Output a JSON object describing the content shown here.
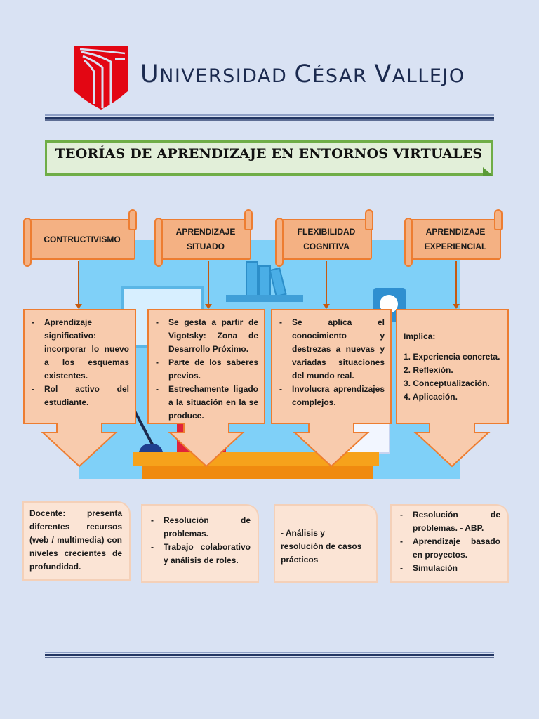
{
  "header": {
    "university_name": "Universidad César Vallejo",
    "university_name_display": [
      "U",
      "NIVERSIDAD ",
      "C",
      "ÉSAR ",
      "V",
      "ALLEJO"
    ],
    "logo_icon": "shield-logo-icon",
    "logo_color": "#e30613",
    "name_color": "#1b2a4f"
  },
  "title": {
    "text": "TEORÍAS DE APRENDIZAJE EN ENTORNOS VIRTUALES",
    "background": "#e2efd9",
    "border": "#6fad47"
  },
  "theories": [
    {
      "heading": "CONTRUCTIVISMO",
      "details_type": "bullets",
      "details": [
        "Aprendizaje significativo: incorporar lo nuevo a los esquemas existentes.",
        "Rol activo del estudiante."
      ],
      "strategies_type": "paragraph",
      "strategies": "Docente: presenta diferentes recursos (web / multimedia) con niveles crecientes de profundidad."
    },
    {
      "heading": "APRENDIZAJE SITUADO",
      "details_type": "bullets",
      "details": [
        "Se gesta a partir de Vigotsky: Zona de Desarrollo Próximo.",
        "Parte de los saberes previos.",
        "Estrechamente ligado a la situación en la se produce."
      ],
      "strategies_type": "bullets",
      "strategies": [
        "Resolución de problemas.",
        "Trabajo colaborativo y análisis de roles."
      ]
    },
    {
      "heading": "FLEXIBILIDAD COGNITIVA",
      "details_type": "bullets",
      "details": [
        "Se aplica el conocimiento y destrezas a nuevas y variadas situaciones del mundo real.",
        "Involucra aprendizajes complejos."
      ],
      "strategies_type": "paragraph",
      "strategies": "- Análisis y resolución de casos prácticos"
    },
    {
      "heading": "APRENDIZAJE EXPERIENCIAL",
      "details_type": "numbered",
      "details_intro": "Implica:",
      "details": [
        "1.  Experiencia concreta.",
        "2. Reflexión.",
        "3. Conceptualización.",
        "4. Aplicación."
      ],
      "strategies_type": "bullets",
      "strategies": [
        "Resolución de problemas. - ABP.",
        "Aprendizaje basado en proyectos.",
        " Simulación"
      ]
    }
  ],
  "colors": {
    "page_background": "#d9e2f3",
    "banner_fill": "#f4b183",
    "banner_border": "#ed7d31",
    "callout_fill": "#f8cbad",
    "strategy_fill": "#fbe4d5",
    "illustration_bg": "#7fd0f8"
  }
}
